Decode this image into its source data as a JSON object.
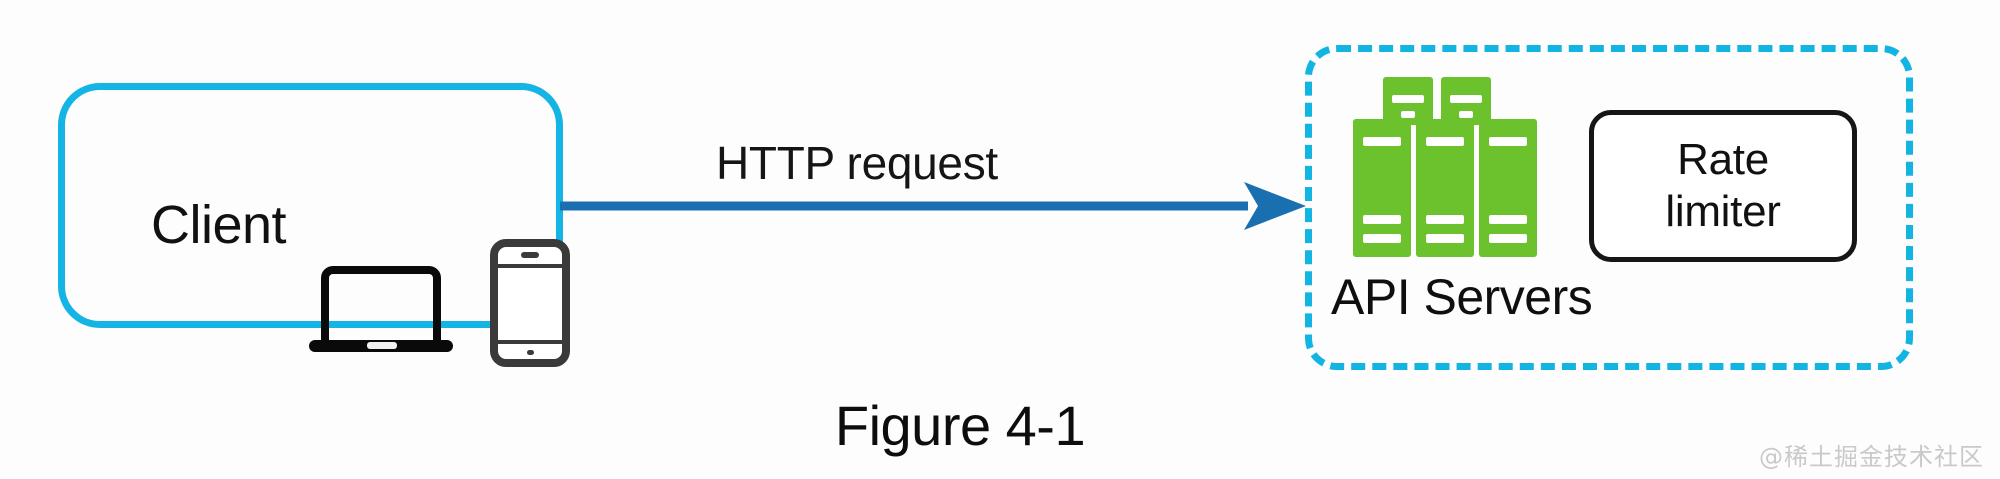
{
  "figure": {
    "caption": "Figure 4-1",
    "watermark": "@稀土掘金技术社区"
  },
  "client": {
    "label": "Client",
    "border_color": "#14b5e4",
    "devices": [
      {
        "name": "laptop-icon",
        "color": "#000000"
      },
      {
        "name": "phone-icon",
        "color": "#3a3a3a"
      }
    ]
  },
  "connection": {
    "label": "HTTP request",
    "arrow_color": "#1a6fb0",
    "direction": "client-to-api-servers"
  },
  "api_servers": {
    "label": "API Servers",
    "border_color": "#12b4e2",
    "border_style": "dashed",
    "servers_icon": {
      "name": "server-stack-icon",
      "color": "#6cc22c",
      "front_units": 3,
      "back_units": 2
    },
    "rate_limiter": {
      "line1": "Rate",
      "line2": "limiter",
      "border_color": "#161616"
    }
  }
}
